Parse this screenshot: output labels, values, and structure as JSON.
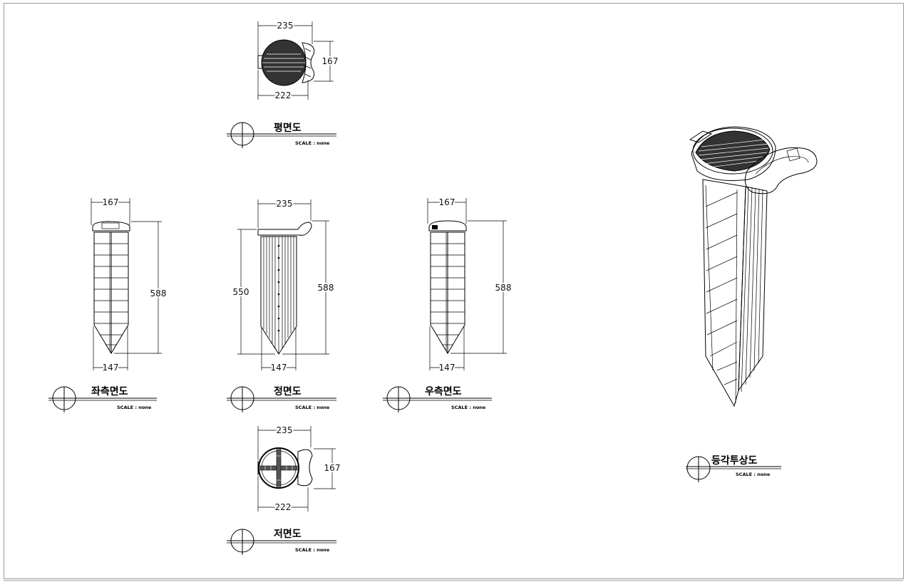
{
  "views": {
    "plan": {
      "title": "평면도",
      "scale": "SCALE : none",
      "dims": {
        "top": "235",
        "right": "167",
        "bottom": "222"
      }
    },
    "left": {
      "title": "좌측면도",
      "scale": "SCALE : none",
      "dims": {
        "top": "167",
        "height": "588",
        "bottom": "147"
      }
    },
    "front": {
      "title": "정면도",
      "scale": "SCALE : none",
      "dims": {
        "top": "235",
        "left": "550",
        "right": "588",
        "bottom": "147"
      }
    },
    "right": {
      "title": "우측면도",
      "scale": "SCALE : none",
      "dims": {
        "top": "167",
        "height": "588",
        "bottom": "147"
      }
    },
    "bottom": {
      "title": "저면도",
      "scale": "SCALE : none",
      "dims": {
        "top": "235",
        "right": "167",
        "bottom": "222"
      }
    },
    "iso": {
      "title": "등각투상도",
      "scale": "SCALE : none"
    }
  }
}
